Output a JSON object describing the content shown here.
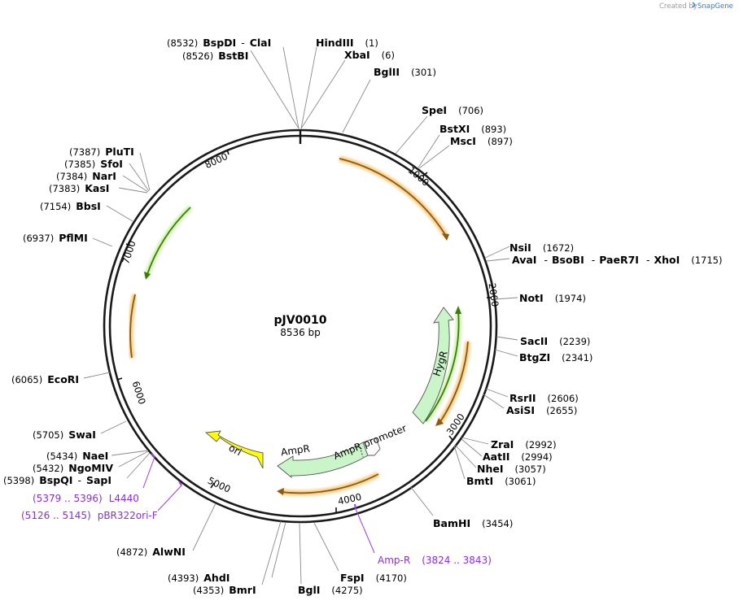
{
  "brand": {
    "created_by": "Created by",
    "app": "SnapGene"
  },
  "plasmid": {
    "name": "pJV0010",
    "size_label": "8536 bp",
    "length": 8536
  },
  "ticks": [
    "1000",
    "2000",
    "3000",
    "4000",
    "5000",
    "6000",
    "7000",
    "8000"
  ],
  "sites": [
    {
      "id": "bspdi",
      "parts": [
        {
          "t": "pos",
          "v": "(8532)"
        },
        {
          "t": "name",
          "v": "BspDI"
        },
        {
          "t": "sep",
          "v": "-"
        },
        {
          "t": "name",
          "v": "ClaI"
        }
      ]
    },
    {
      "id": "bstbi",
      "parts": [
        {
          "t": "pos",
          "v": "(8526)"
        },
        {
          "t": "name",
          "v": "BstBI"
        }
      ]
    },
    {
      "id": "hindiii",
      "parts": [
        {
          "t": "name",
          "v": "HindIII"
        },
        {
          "t": "pos",
          "v": "(1)"
        }
      ]
    },
    {
      "id": "xbai",
      "parts": [
        {
          "t": "name",
          "v": "XbaI"
        },
        {
          "t": "pos",
          "v": "(6)"
        }
      ]
    },
    {
      "id": "bglii",
      "parts": [
        {
          "t": "name",
          "v": "BglII"
        },
        {
          "t": "pos",
          "v": "(301)"
        }
      ]
    },
    {
      "id": "spei",
      "parts": [
        {
          "t": "name",
          "v": "SpeI"
        },
        {
          "t": "pos",
          "v": "(706)"
        }
      ]
    },
    {
      "id": "bstxi",
      "parts": [
        {
          "t": "name",
          "v": "BstXI"
        },
        {
          "t": "pos",
          "v": "(893)"
        }
      ]
    },
    {
      "id": "msci",
      "parts": [
        {
          "t": "name",
          "v": "MscI"
        },
        {
          "t": "pos",
          "v": "(897)"
        }
      ]
    },
    {
      "id": "nsii",
      "parts": [
        {
          "t": "name",
          "v": "NsiI"
        },
        {
          "t": "pos",
          "v": "(1672)"
        }
      ]
    },
    {
      "id": "avai",
      "parts": [
        {
          "t": "name",
          "v": "AvaI"
        },
        {
          "t": "sep",
          "v": "-"
        },
        {
          "t": "name",
          "v": "BsoBI"
        },
        {
          "t": "sep",
          "v": "-"
        },
        {
          "t": "name",
          "v": "PaeR7I"
        },
        {
          "t": "sep",
          "v": "-"
        },
        {
          "t": "name",
          "v": "XhoI"
        },
        {
          "t": "pos",
          "v": "(1715)"
        }
      ]
    },
    {
      "id": "noti",
      "parts": [
        {
          "t": "name",
          "v": "NotI"
        },
        {
          "t": "pos",
          "v": "(1974)"
        }
      ]
    },
    {
      "id": "sacii",
      "parts": [
        {
          "t": "name",
          "v": "SacII"
        },
        {
          "t": "pos",
          "v": "(2239)"
        }
      ]
    },
    {
      "id": "btgzi",
      "parts": [
        {
          "t": "name",
          "v": "BtgZI"
        },
        {
          "t": "pos",
          "v": "(2341)"
        }
      ]
    },
    {
      "id": "rsrii",
      "parts": [
        {
          "t": "name",
          "v": "RsrII"
        },
        {
          "t": "pos",
          "v": "(2606)"
        }
      ]
    },
    {
      "id": "asisi",
      "parts": [
        {
          "t": "name",
          "v": "AsiSI"
        },
        {
          "t": "pos",
          "v": "(2655)"
        }
      ]
    },
    {
      "id": "zrai",
      "parts": [
        {
          "t": "name",
          "v": "ZraI"
        },
        {
          "t": "pos",
          "v": "(2992)"
        }
      ]
    },
    {
      "id": "aatii",
      "parts": [
        {
          "t": "name",
          "v": "AatII"
        },
        {
          "t": "pos",
          "v": "(2994)"
        }
      ]
    },
    {
      "id": "nhei",
      "parts": [
        {
          "t": "name",
          "v": "NheI"
        },
        {
          "t": "pos",
          "v": "(3057)"
        }
      ]
    },
    {
      "id": "bmti",
      "parts": [
        {
          "t": "name",
          "v": "BmtI"
        },
        {
          "t": "pos",
          "v": "(3061)"
        }
      ]
    },
    {
      "id": "bamhi",
      "parts": [
        {
          "t": "name",
          "v": "BamHI"
        },
        {
          "t": "pos",
          "v": "(3454)"
        }
      ]
    },
    {
      "id": "fspi",
      "parts": [
        {
          "t": "name",
          "v": "FspI"
        },
        {
          "t": "pos",
          "v": "(4170)"
        }
      ]
    },
    {
      "id": "bgli",
      "parts": [
        {
          "t": "name",
          "v": "BglI"
        },
        {
          "t": "pos",
          "v": "(4275)"
        }
      ]
    },
    {
      "id": "ahdi",
      "parts": [
        {
          "t": "pos",
          "v": "(4393)"
        },
        {
          "t": "name",
          "v": "AhdI"
        }
      ]
    },
    {
      "id": "bmri",
      "parts": [
        {
          "t": "pos",
          "v": "(4353)"
        },
        {
          "t": "name",
          "v": "BmrI"
        }
      ]
    },
    {
      "id": "alwni",
      "parts": [
        {
          "t": "pos",
          "v": "(4872)"
        },
        {
          "t": "name",
          "v": "AlwNI"
        }
      ]
    },
    {
      "id": "bspqi",
      "parts": [
        {
          "t": "pos",
          "v": "(5398)"
        },
        {
          "t": "name",
          "v": "BspQI"
        },
        {
          "t": "sep",
          "v": "-"
        },
        {
          "t": "name",
          "v": "SapI"
        }
      ]
    },
    {
      "id": "ngomiv",
      "parts": [
        {
          "t": "pos",
          "v": "(5432)"
        },
        {
          "t": "name",
          "v": "NgoMIV"
        }
      ]
    },
    {
      "id": "naei",
      "parts": [
        {
          "t": "pos",
          "v": "(5434)"
        },
        {
          "t": "name",
          "v": "NaeI"
        }
      ]
    },
    {
      "id": "swai",
      "parts": [
        {
          "t": "pos",
          "v": "(5705)"
        },
        {
          "t": "name",
          "v": "SwaI"
        }
      ]
    },
    {
      "id": "ecori",
      "parts": [
        {
          "t": "pos",
          "v": "(6065)"
        },
        {
          "t": "name",
          "v": "EcoRI"
        }
      ]
    },
    {
      "id": "pfimi",
      "parts": [
        {
          "t": "pos",
          "v": "(6937)"
        },
        {
          "t": "name",
          "v": "PflMI"
        }
      ]
    },
    {
      "id": "bbsi",
      "parts": [
        {
          "t": "pos",
          "v": "(7154)"
        },
        {
          "t": "name",
          "v": "BbsI"
        }
      ]
    },
    {
      "id": "kasi",
      "parts": [
        {
          "t": "pos",
          "v": "(7383)"
        },
        {
          "t": "name",
          "v": "KasI"
        }
      ]
    },
    {
      "id": "nari",
      "parts": [
        {
          "t": "pos",
          "v": "(7384)"
        },
        {
          "t": "name",
          "v": "NarI"
        }
      ]
    },
    {
      "id": "sfoi",
      "parts": [
        {
          "t": "pos",
          "v": "(7385)"
        },
        {
          "t": "name",
          "v": "SfoI"
        }
      ]
    },
    {
      "id": "pluti",
      "parts": [
        {
          "t": "pos",
          "v": "(7387)"
        },
        {
          "t": "name",
          "v": "PluTI"
        }
      ]
    }
  ],
  "primers": [
    {
      "id": "l4440",
      "range": "(5379 .. 5396)",
      "name": "L4440"
    },
    {
      "id": "pbr322ori",
      "range": "(5126 .. 5145)",
      "name": "pBR322ori-F"
    },
    {
      "id": "ampr-primer",
      "name": "Amp-R",
      "range": "(3824 .. 3843)"
    }
  ],
  "features": {
    "hygr": "HygR",
    "ampr": "AmpR",
    "ampr_promoter": "AmpR promoter",
    "ori": "ori"
  },
  "colors": {
    "backbone": "#1a1a1a",
    "orf_orange": "#f5c26b",
    "orf_brown": "#8a5a10",
    "orf_green_dark": "#3a7d0a",
    "orf_green_glow": "#c8f0a0",
    "hygr_fill": "#c9f5c9",
    "ampr_fill": "#c9f5c9",
    "ori_fill": "#ffff00",
    "primer": "#8b2fd6"
  }
}
